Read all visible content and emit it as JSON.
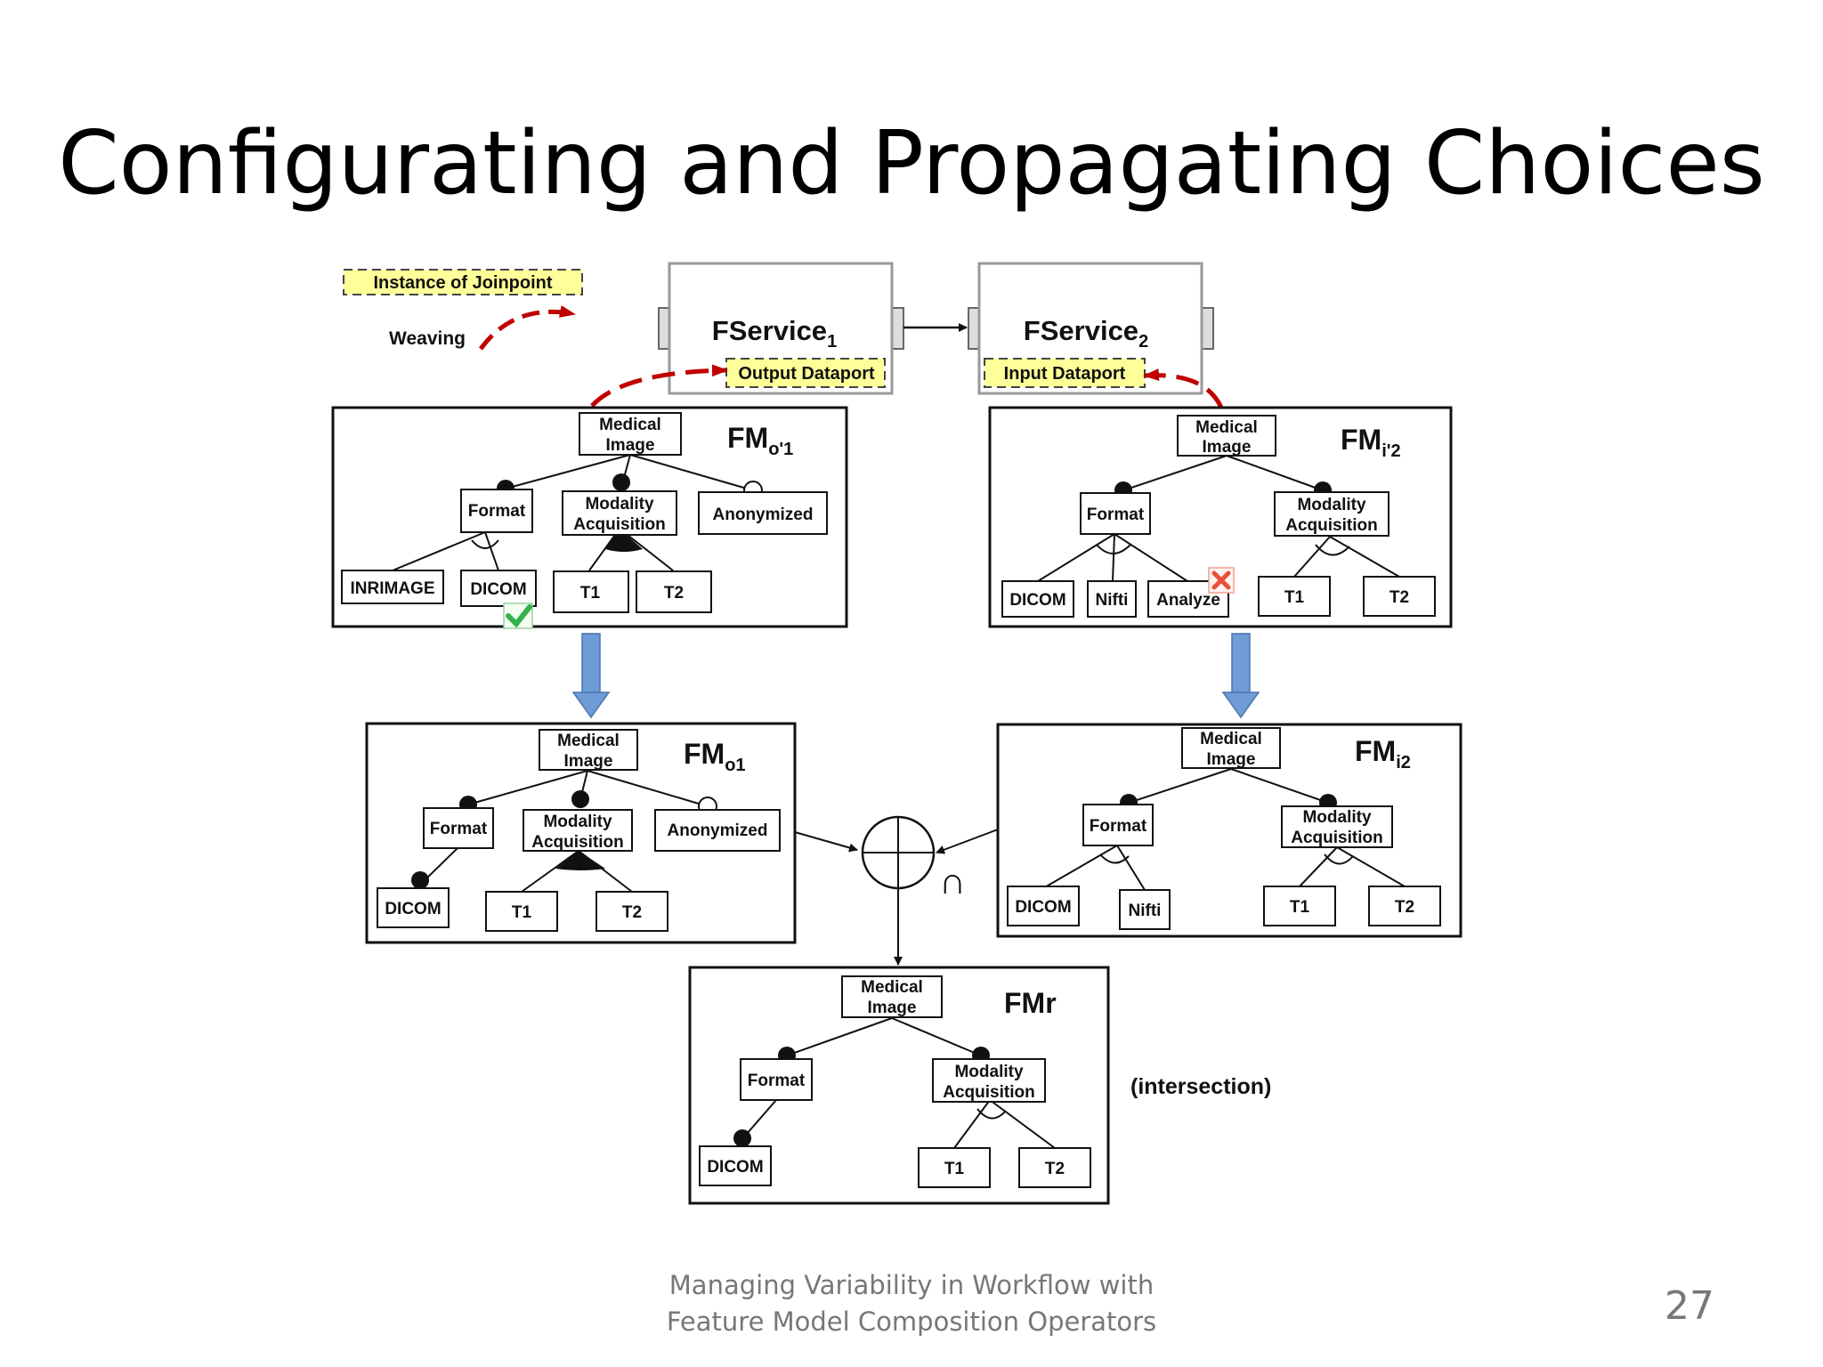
{
  "slide": {
    "title": "Configurating and Propagating Choices",
    "footer_line1": "Managing Variability in Workflow with",
    "footer_line2": "Feature Model Composition Operators",
    "page_number": "27"
  },
  "legend": {
    "joinpoint": "Instance of Joinpoint",
    "weaving": "Weaving"
  },
  "services": {
    "s1_name": "FService",
    "s1_sub": "1",
    "s1_port": "Output Dataport",
    "s2_name": "FService",
    "s2_sub": "2",
    "s2_port": "Input Dataport"
  },
  "feature_labels": {
    "medical_1": "Medical",
    "medical_2": "Image",
    "format": "Format",
    "modality_1": "Modality",
    "modality_2": "Acquisition",
    "anonymized": "Anonymized",
    "inrimage": "INRIMAGE",
    "dicom": "DICOM",
    "nifti": "Nifti",
    "analyze": "Analyze",
    "t1": "T1",
    "t2": "T2"
  },
  "models": {
    "fmo1p_main": "FM",
    "fmo1p_sub": "o'1",
    "fmi2p_main": "FM",
    "fmi2p_sub": "i'2",
    "fmo1_main": "FM",
    "fmo1_sub": "o1",
    "fmi2_main": "FM",
    "fmi2_sub": "i2",
    "fmr": "FMr"
  },
  "operators": {
    "intersection_symbol": "∩",
    "intersection_label": "(intersection)"
  },
  "colors": {
    "joinpoint_fill": "#ffff99",
    "weaving_arrow": "#c00000",
    "flow_arrow": "#6f9bd6",
    "check": "#34b24a",
    "cross": "#e8503a"
  }
}
